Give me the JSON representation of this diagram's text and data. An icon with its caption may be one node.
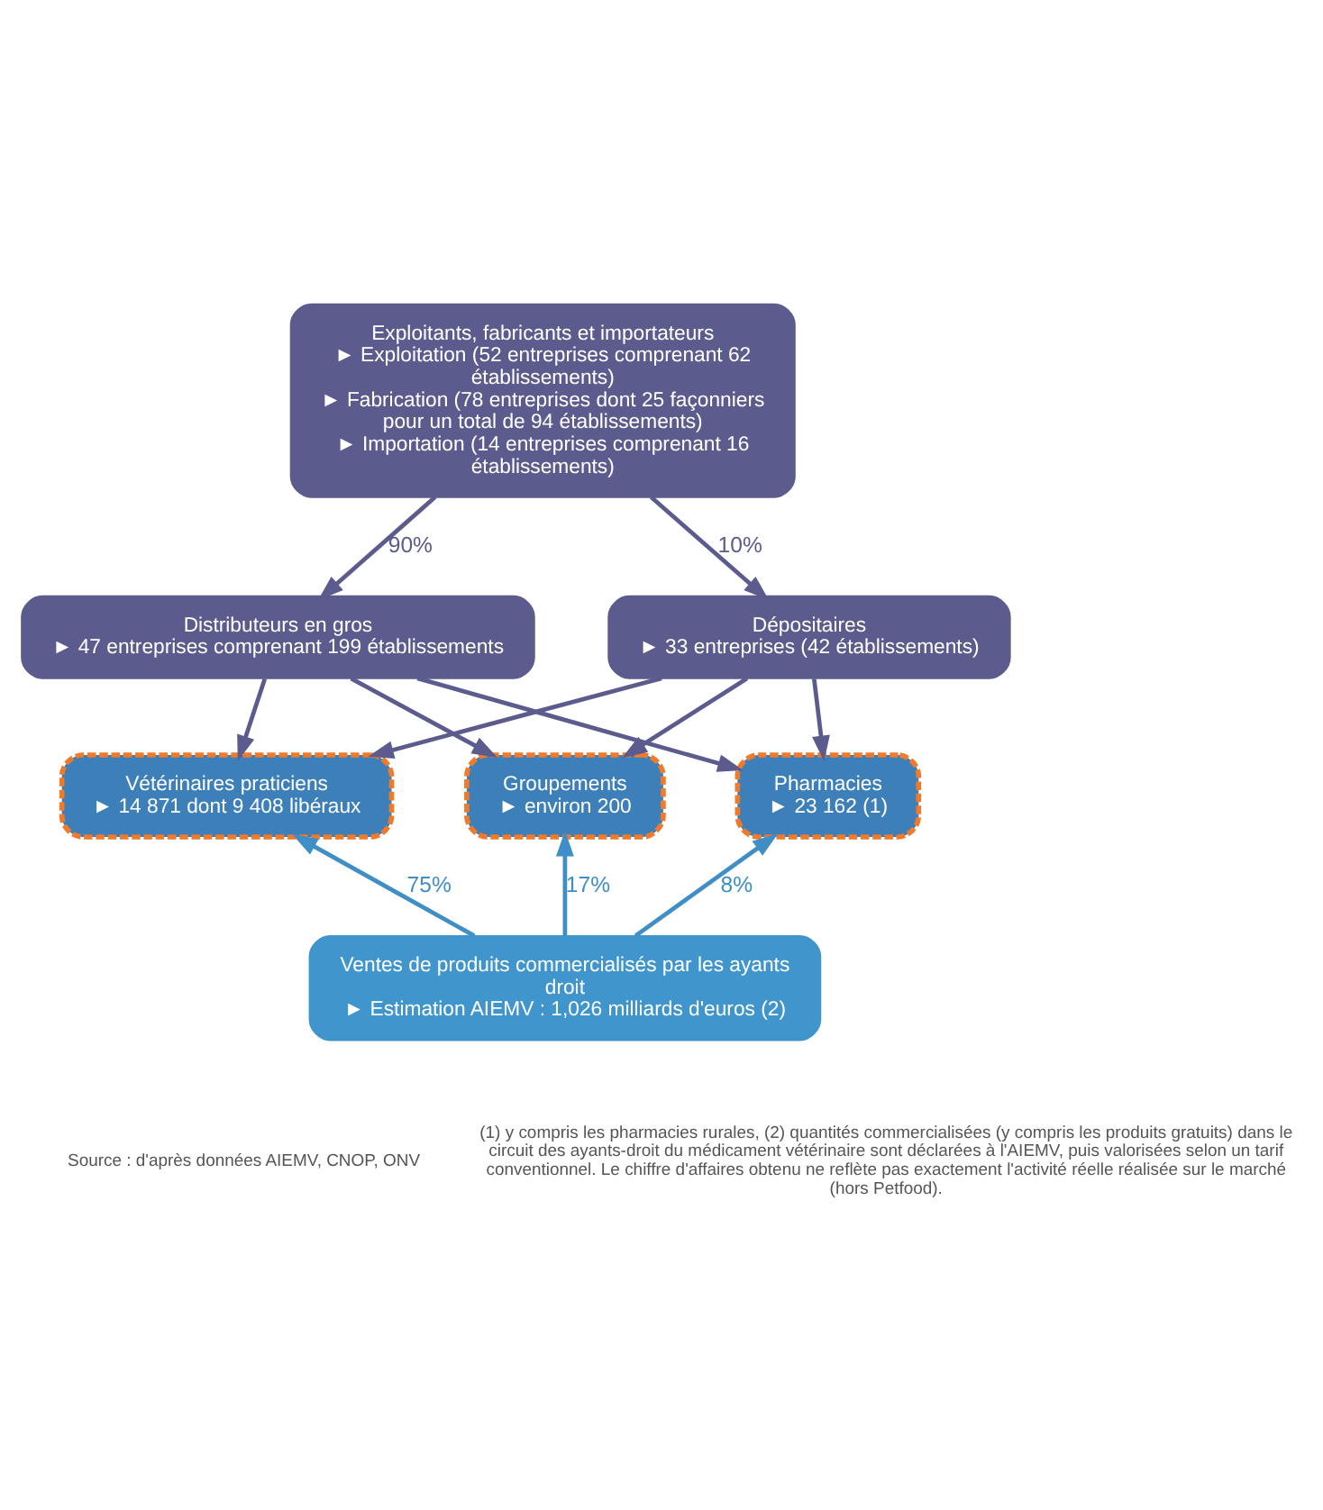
{
  "diagram": {
    "nodes": [
      {
        "text": [
          "Exploitants, fabricants et importateurs",
          "► Exploitation (52 entreprises comprenant 62 établissements)",
          "► Fabrication (78 entreprises dont 25 façonniers pour un total de 94 établissements)",
          "► Importation (14 entreprises comprenant 16 établissements)"
        ]
      },
      {
        "text": [
          "Distributeurs en gros",
          "► 47 entreprises comprenant 199 établissements"
        ]
      },
      {
        "text": [
          "Dépositaires",
          "► 33 entreprises (42 établissements)"
        ]
      },
      {
        "text": [
          "Vétérinaires praticiens",
          "► 14 871 dont 9 408 libéraux"
        ]
      },
      {
        "text": [
          "Groupements",
          "► environ 200"
        ]
      },
      {
        "text": [
          "Pharmacies",
          "► 23 162 (1)"
        ]
      },
      {
        "text": [
          "Ventes de produits commercialisés par les ayants droit",
          "► Estimation AIEMV : 1,026 milliards d'euros (2)"
        ]
      }
    ],
    "edges": [
      {
        "from": 0,
        "to": 1,
        "arrow": "to",
        "label": "90%"
      },
      {
        "from": 0,
        "to": 2,
        "arrow": "to",
        "label": "10%"
      },
      {
        "from": 1,
        "to": 3,
        "arrow": "to"
      },
      {
        "from": 1,
        "to": 4,
        "arrow": "to"
      },
      {
        "from": 1,
        "to": 5,
        "arrow": "to"
      },
      {
        "from": 2,
        "to": 3,
        "arrow": "to"
      },
      {
        "from": 2,
        "to": 4,
        "arrow": "to"
      },
      {
        "from": 2,
        "to": 5,
        "arrow": "to"
      },
      {
        "from": 6,
        "to": 3,
        "arrow": "to",
        "label": "75%",
        "color": "#3f8fc6"
      },
      {
        "from": 6,
        "to": 4,
        "arrow": "to",
        "label": "17%",
        "color": "#3f8fc6"
      },
      {
        "from": 6,
        "to": 5,
        "arrow": "to",
        "label": "8%",
        "color": "#3f8fc6"
      }
    ],
    "labels": [
      "Source : d'après données AIEMV, CNOP, ONV",
      "(1) y compris les pharmacies rurales, (2) quantités commercialisées (y compris les produits gratuits) dans le circuit des ayants-droit du médicament vétérinaire sont déclarées à l'AIEMV, puis valorisées selon un tarif conventionnel. Le chiffre d'affaires obtenu ne reflète pas exactement l'activité réelle réalisée sur le marché (hors Petfood)."
    ]
  }
}
